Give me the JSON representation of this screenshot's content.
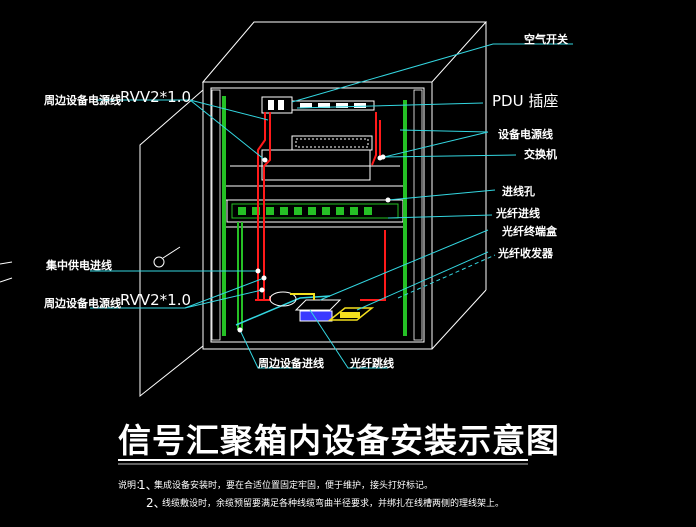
{
  "labels": {
    "air_switch": "空气开关",
    "pdu": "PDU 插座",
    "device_power": "设备电源线",
    "switch": "交换机",
    "cable_hole": "进线孔",
    "fiber_in": "光纤进线",
    "fiber_box": "光纤终端盒",
    "transceiver": "光纤收发器",
    "peri_power_top": "周边设备电源线",
    "rvv_top": "RVV2*1.0",
    "central_power": "集中供电进线",
    "peri_power_bottom": "周边设备电源线",
    "rvv_bottom": "RVV2*1.0",
    "peri_in": "周边设备进线",
    "fiber_jumper": "光纤跳线"
  },
  "title": "信号汇聚箱内设备安装示意图",
  "notes": {
    "prefix": "说明：",
    "n1_num": "1、",
    "n1_text": "集成设备安装时，要在合适位置固定牢固，便于维护，接头打好标记。",
    "n2_num": "2、",
    "n2_text": "线缆敷设时，余缆预留要满足各种线缆弯曲半径要求，并绑扎在线槽两侧的理线架上。"
  },
  "colors": {
    "line": "#ffffff",
    "leader": "#33d6e0",
    "rail": "#25c025",
    "power": "#ff1a1a",
    "fiber": "#f5e11e",
    "device_blue": "#3a3aff"
  }
}
